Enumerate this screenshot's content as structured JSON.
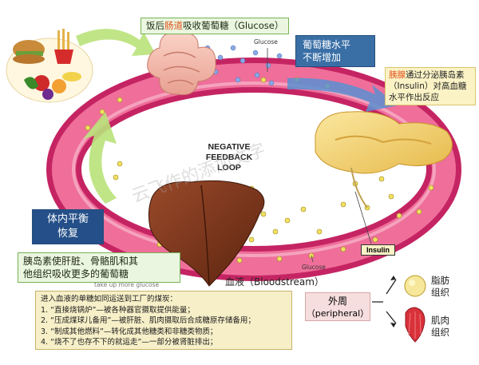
{
  "top_label": {
    "before": "饭后",
    "highlight": "肠道",
    "after": "吸收葡萄糖（Glucose）"
  },
  "glucose_tag_top": "Glucose",
  "rising_label": [
    "葡萄糖水平",
    "不断增加"
  ],
  "pancreas_label": {
    "highlight": "胰腺",
    "rest": "通过分泌胰岛素（Insulin）对高血糖水平作出反应"
  },
  "center_title": [
    "NEGATIVE FEEDBACK",
    "LOOP"
  ],
  "balance_label": [
    "体内平衡",
    "恢复"
  ],
  "insulin_effect_label": [
    "胰岛素使肝脏、骨骼肌和其",
    "他组织吸收更多的葡萄糖"
  ],
  "partial_text": "take up more glucose",
  "insulin_tag": "Insulin",
  "glucose_tag_bottom": "Glucose",
  "bloodstream_label": "血液（Bloodstream）",
  "watermark": "云飞作的添加文字",
  "fate_box": {
    "title": "进入血液的单糖如同运送到工厂的煤炭：",
    "items": [
      "1. “直接烧锅炉”—被各种器官摄取提供能量；",
      "2. “压成煤球儿备用”—被肝脏、肌肉摄取后合成糖原存储备用；",
      "3. “制成其他燃料”—转化成其他糖类和非糖类物质；",
      "4. “烧不了也存不下的就运走”—一部分被肾脏排出；"
    ]
  },
  "peripheral_label": [
    "外周",
    "（peripheral）"
  ],
  "fat_label": [
    "脂肪",
    "组织"
  ],
  "muscle_label": [
    "肌肉",
    "组织"
  ],
  "colors": {
    "ring_outer": "#c2185b",
    "ring_inner": "#f06292",
    "arrow_blue": "#5b8fd1",
    "arrow_green": "#a6d96a",
    "label_blue": "#3a6fa6"
  }
}
